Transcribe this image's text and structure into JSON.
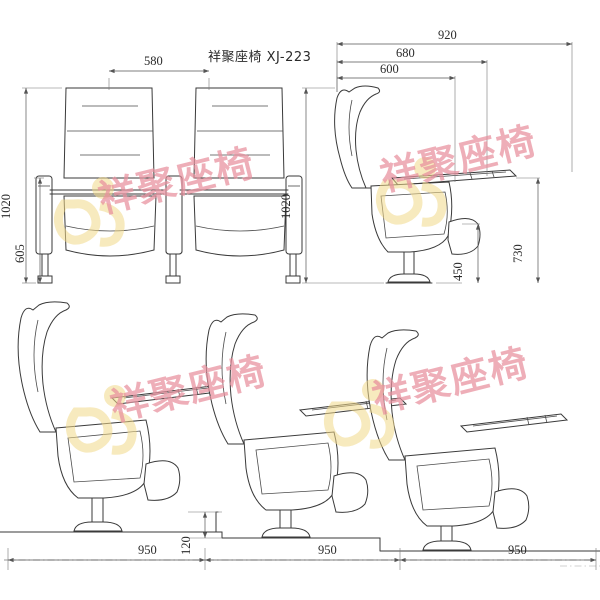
{
  "drawing": {
    "title": "祥聚座椅 XJ-223",
    "product_code": "XJ-223",
    "brand": "祥聚座椅",
    "watermark_text": "祥聚座椅",
    "watermark_color": "#e8909e",
    "logo_color": "#f2d98a",
    "line_color": "#3a3a3a",
    "background_color": "#ffffff"
  },
  "views": {
    "front": {
      "name": "front-view-two-seats",
      "seat_count": 2
    },
    "side": {
      "name": "side-view-single-seat",
      "seat_count": 1
    },
    "row": {
      "name": "tiered-row-view",
      "seat_count": 3
    }
  },
  "dimensions": {
    "front_seat_pitch": "580",
    "front_total_height": "1020",
    "front_back_height": "605",
    "side_total_width": "920",
    "side_tablet_width": "680",
    "side_seat_depth": "600",
    "side_total_height": "1020",
    "side_seat_height": "450",
    "side_armrest_height": "730",
    "row_pitch_1": "950",
    "row_pitch_2": "950",
    "row_pitch_3": "950",
    "row_step_height": "120"
  },
  "units": "mm"
}
